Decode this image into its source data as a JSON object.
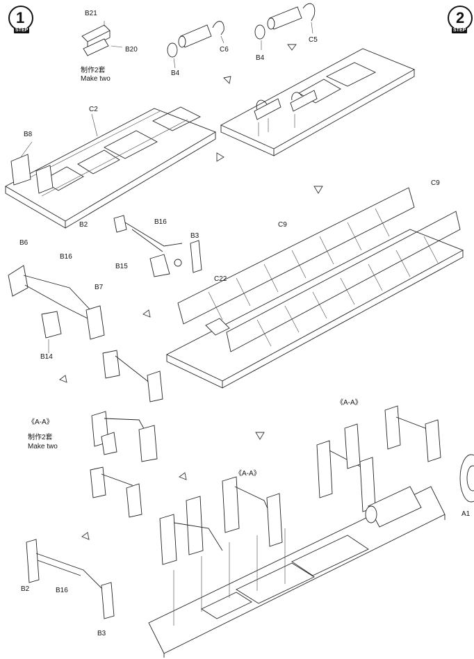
{
  "steps": [
    {
      "number": "1",
      "tag": "STEP"
    },
    {
      "number": "2",
      "tag": "STEP"
    }
  ],
  "part_labels": {
    "b21": "B21",
    "b20": "B20",
    "c6": "C6",
    "b4_left": "B4",
    "b4_right": "B4",
    "c5": "C5",
    "c2": "C2",
    "b8": "B8",
    "c9_top": "C9",
    "c9_mid": "C9",
    "b2_mid": "B2",
    "b16_mid": "B16",
    "b3_mid": "B3",
    "b15": "B15",
    "b6": "B6",
    "b16_left": "B16",
    "b7": "B7",
    "b14": "B14",
    "c22": "C22",
    "aa_right": "《A-A》",
    "aa_left": "《A-A》",
    "aa_center": "《A-A》",
    "b2_bottom": "B2",
    "b16_bottom": "B16",
    "b3_bottom": "B3",
    "a1": "A1"
  },
  "notes": {
    "make_two_top_cn": "制作2套",
    "make_two_top_en": "Make two",
    "make_two_left_cn": "制作2套",
    "make_two_left_en": "Make two"
  }
}
